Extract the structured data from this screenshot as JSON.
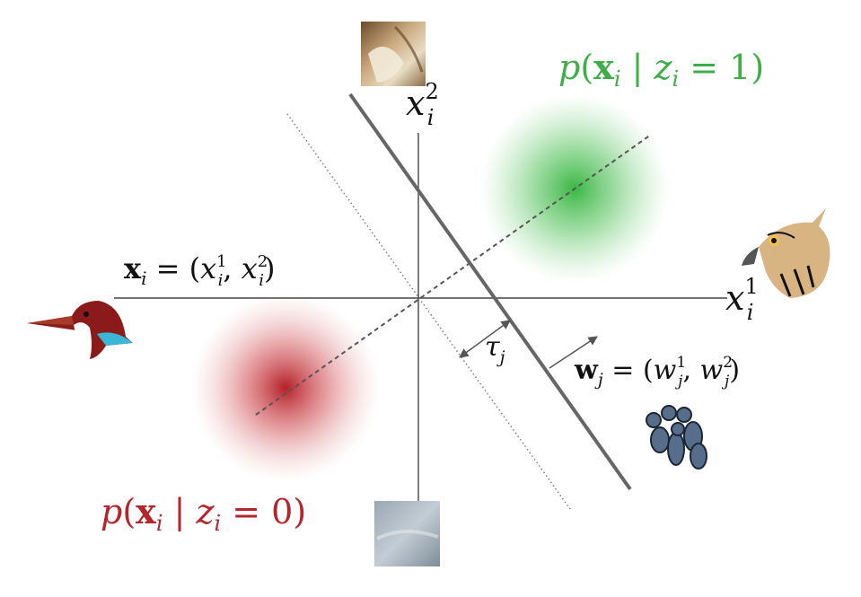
{
  "labels": {
    "class1": {
      "p": "p",
      "open": "(",
      "x": "x",
      "xsub": "i",
      "bar": " | ",
      "z": "z",
      "zsub": "i",
      "eq": " = 1)"
    },
    "class0": {
      "p": "p",
      "open": "(",
      "x": "x",
      "xsub": "i",
      "bar": " | ",
      "z": "z",
      "zsub": "i",
      "eq": " = 0)"
    },
    "x_eq": {
      "x": "x",
      "sub": "i",
      "eq": " = (",
      "a": "x",
      "a_sup": "1",
      "a_sub": "i",
      "comma": ", ",
      "b": "x",
      "b_sup": "2",
      "b_sub": "i",
      "close": ")"
    },
    "w_eq": {
      "w": "w",
      "sub": "j",
      "eq": " = (",
      "a": "w",
      "a_sup": "1",
      "a_sub": "j",
      "comma": ", ",
      "b": "w",
      "b_sup": "2",
      "b_sub": "j",
      "close": ")"
    },
    "tau": {
      "sym": "τ",
      "sub": "j"
    },
    "axis_x": {
      "x": "x",
      "sup": "1",
      "sub": "i"
    },
    "axis_y": {
      "x": "x",
      "sup": "2",
      "sub": "i"
    }
  },
  "colors": {
    "class1": "#3fae49",
    "class0": "#b3262c",
    "axis": "#444444",
    "boundary": "#666666",
    "dotted": "#777777",
    "text": "#111111"
  },
  "icons": [
    "feather-thumbnail-icon",
    "sky-thumbnail-icon",
    "kingfisher-icon",
    "hawk-icon",
    "people-group-icon"
  ]
}
